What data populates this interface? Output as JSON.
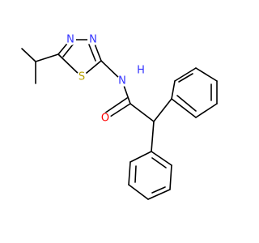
{
  "atom_labels": {
    "n_ring_upper": "N",
    "n_ring_right": "N",
    "s_ring": "S",
    "nh": "N",
    "h": "H",
    "o": "O"
  },
  "colors": {
    "nitrogen": "#3333ff",
    "sulfur": "#b8a000",
    "oxygen": "#ff0000",
    "bond": "#000000",
    "background": "#ffffff"
  }
}
